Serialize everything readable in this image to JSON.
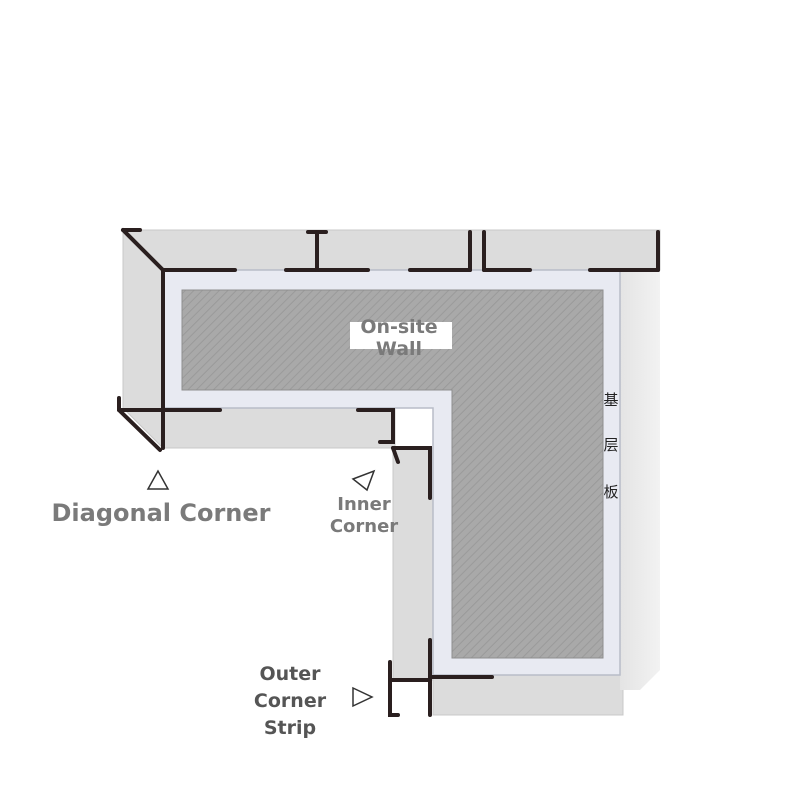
{
  "wall_label": {
    "line1": "On-site",
    "line2": "Wall"
  },
  "base_board_label": [
    "基",
    "层",
    "板"
  ],
  "callouts": {
    "diagonal_corner": "Diagonal Corner",
    "inner_corner": {
      "line1": "Inner",
      "line2": "Corner"
    },
    "outer_corner_strip": {
      "line1": "Outer",
      "line2": "Corner",
      "line3": "Strip"
    }
  },
  "marker_glyphs": {
    "diagonal": "up-triangle-marker",
    "inner": "down-left-triangle-marker",
    "outer": "right-triangle-marker"
  },
  "colors": {
    "panel_fill": "#dcdcdc",
    "frame_fill": "#e8eaf2",
    "wall_fill": "#a9a9a9",
    "profile_stroke": "#2a1f1f"
  }
}
